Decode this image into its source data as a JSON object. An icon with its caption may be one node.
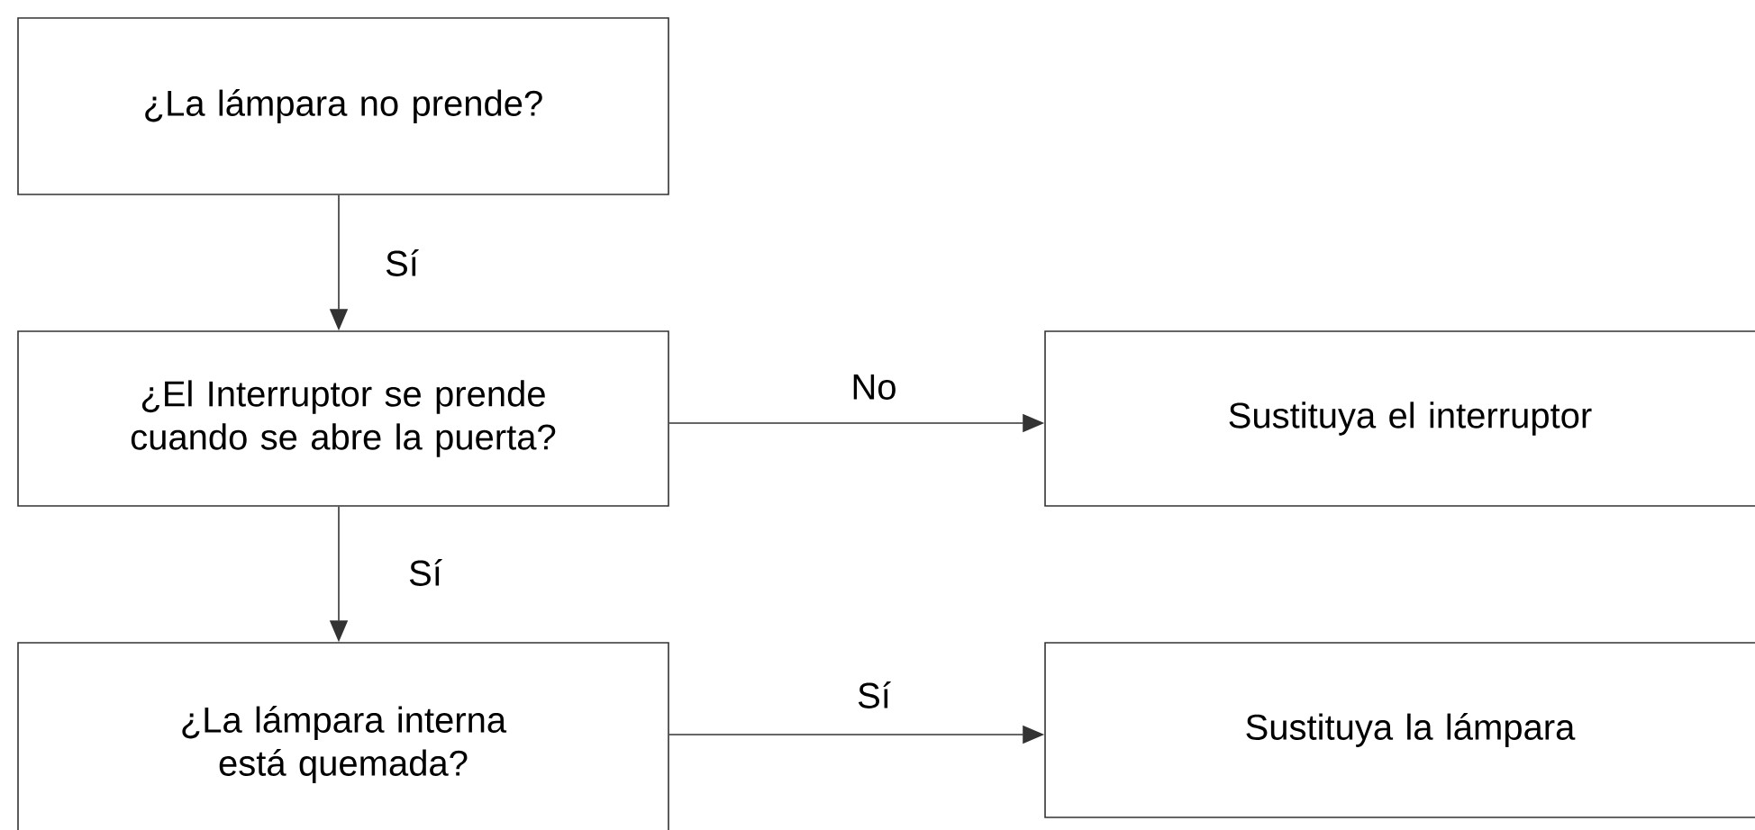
{
  "diagram": {
    "nodes": [
      {
        "text": [
          "¿La lámpara no prende?"
        ]
      },
      {
        "text": [
          "¿El Interruptor se prende cuando se abre la puerta?"
        ]
      },
      {
        "text": [
          "Sustituya el interruptor"
        ]
      },
      {
        "text": [
          "¿La lámpara interna está quemada?"
        ]
      },
      {
        "text": [
          "Sustituya la lámpara"
        ]
      }
    ],
    "edges": [
      {
        "from": 0,
        "to": 1,
        "arrow": "to",
        "label": "Sí"
      },
      {
        "from": 1,
        "to": 2,
        "arrow": "to",
        "label": "No"
      },
      {
        "from": 1,
        "to": 3,
        "arrow": "to",
        "label": "Sí"
      },
      {
        "from": 3,
        "to": 4,
        "arrow": "to",
        "label": "Sí"
      }
    ]
  }
}
